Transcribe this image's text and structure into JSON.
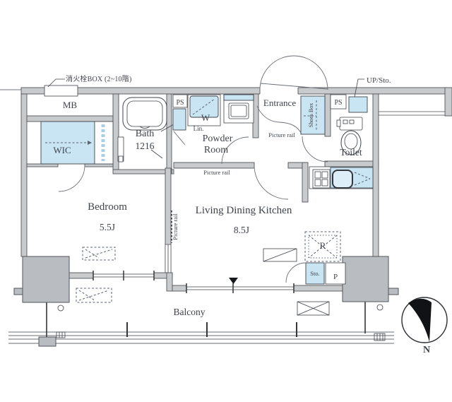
{
  "colors": {
    "background": "#ffffff",
    "wall_fill": "#c9cacc",
    "wall_stroke": "#52565b",
    "pillar_fill": "#b9bdc1",
    "accent_blue": "#c9e4f3",
    "accent_blue_deep": "#a8cfe6",
    "line": "#3f434a",
    "text": "#3f434a"
  },
  "rooms": {
    "mb": {
      "label": "MB"
    },
    "wic": {
      "label": "WIC"
    },
    "bath": {
      "label": "Bath",
      "size": "1216"
    },
    "powder_room": {
      "line1": "Powder",
      "line2": "Room"
    },
    "entrance": {
      "label": "Entrance"
    },
    "toilet": {
      "label": "Toilet"
    },
    "bedroom": {
      "label": "Bedroom",
      "size": "5.5J"
    },
    "ldk": {
      "label": "Living Dining Kitchen",
      "size": "8.5J"
    },
    "balcony": {
      "label": "Balcony"
    }
  },
  "fixtures": {
    "ps": "PS",
    "washer": "W",
    "linen": "Lin.",
    "shoes_box": "Shoes Box",
    "up_storage": "UP/Sto.",
    "refrigerator": "R",
    "storage": "Sto.",
    "pantry": "P"
  },
  "annotations": {
    "fire_hydrant_box": "消火栓BOX (2~10階)",
    "picture_rail": "Picture rail",
    "compass_north": "N"
  }
}
